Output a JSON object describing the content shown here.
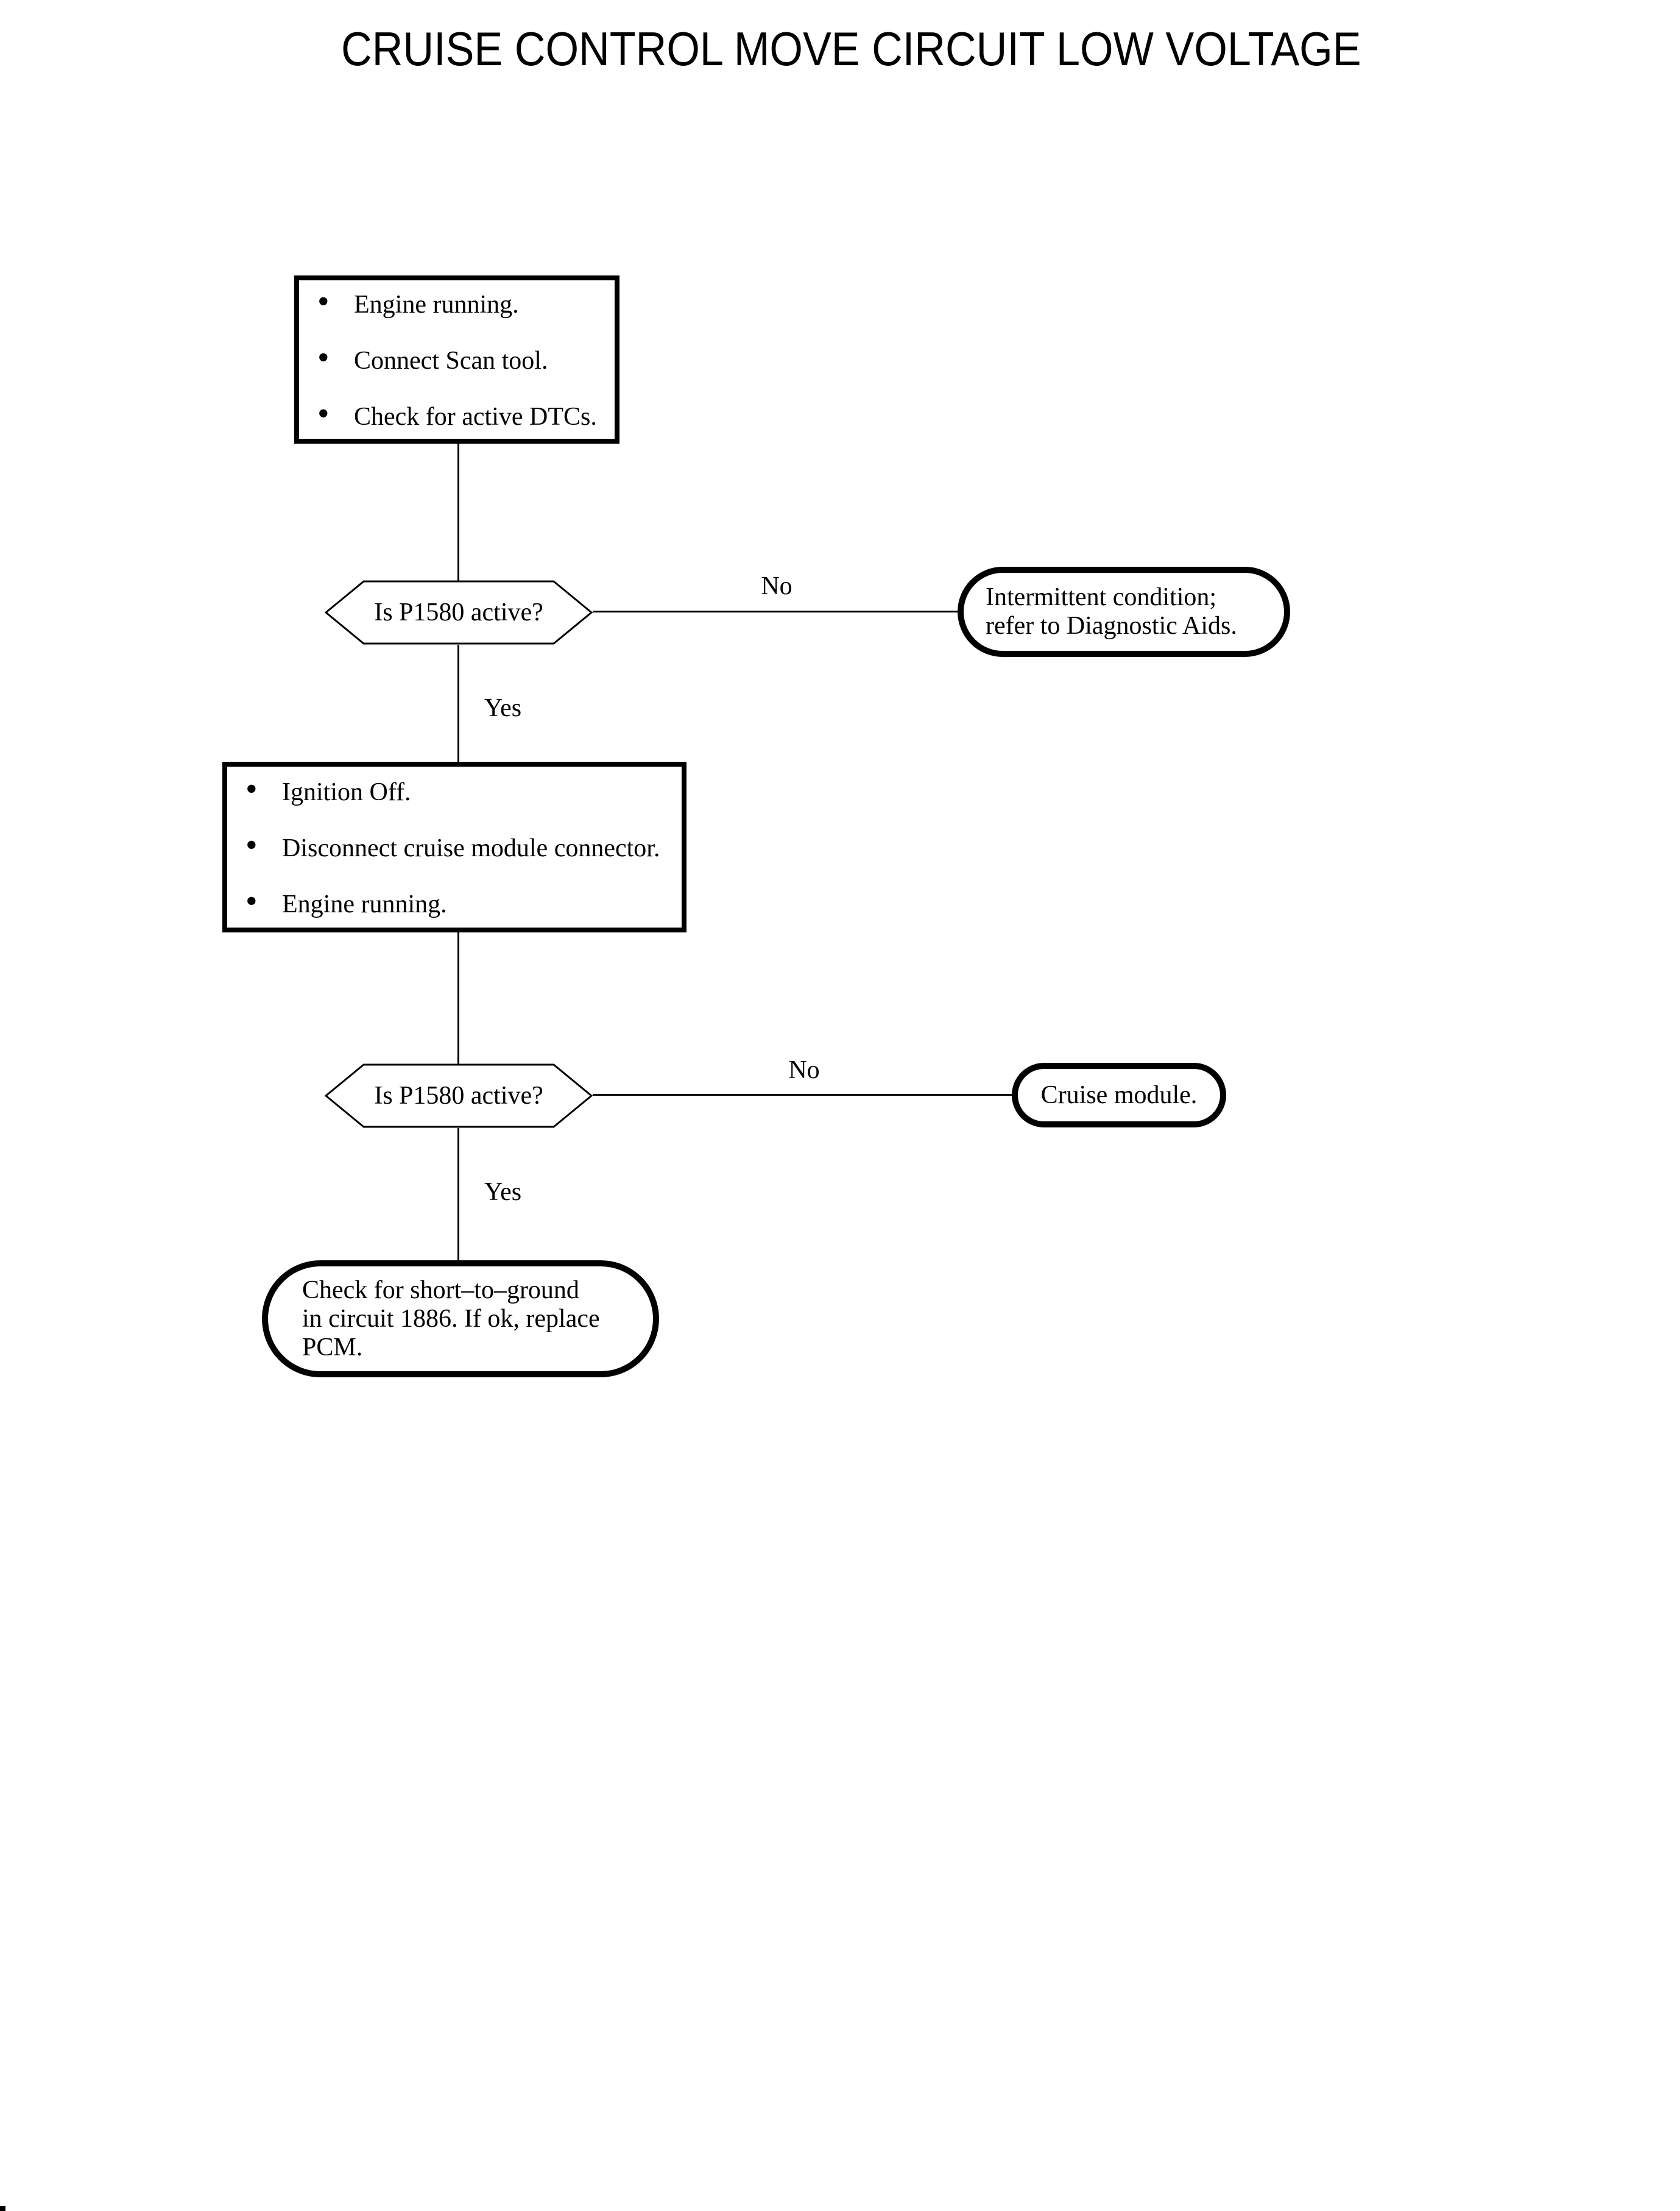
{
  "page": {
    "background_color": "#ffffff",
    "ink_color": "#000000"
  },
  "title": "CRUISE CONTROL MOVE CIRCUIT LOW VOLTAGE",
  "bullet_glyph": "•",
  "flow": {
    "step1": {
      "items": [
        "Engine running.",
        "Connect Scan tool.",
        "Check for active DTCs."
      ]
    },
    "decision1": {
      "question": "Is P1580 active?",
      "no_label": "No",
      "yes_label": "Yes"
    },
    "terminal_intermittent": {
      "line1": "Intermittent condition;",
      "line2": "refer to Diagnostic Aids."
    },
    "step2": {
      "items": [
        "Ignition Off.",
        "Disconnect cruise module connector.",
        "Engine running."
      ]
    },
    "decision2": {
      "question": "Is P1580 active?",
      "no_label": "No",
      "yes_label": "Yes"
    },
    "terminal_cruise_module": {
      "text": "Cruise module."
    },
    "terminal_final": {
      "line1": "Check for short–to–ground",
      "line2": "in circuit 1886. If ok, replace",
      "line3": "PCM."
    }
  }
}
